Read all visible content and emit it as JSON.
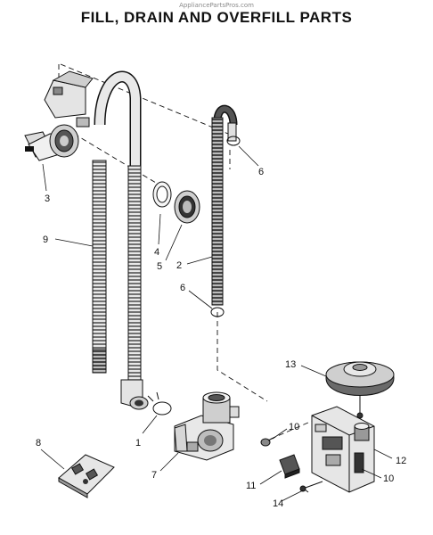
{
  "watermark": "AppliancePartsPros.com",
  "title": "FILL, DRAIN AND OVERFILL PARTS",
  "callouts": {
    "c1": "1",
    "c2": "2",
    "c3": "3",
    "c4": "4",
    "c5": "5",
    "c6a": "6",
    "c6b": "6",
    "c7": "7",
    "c8": "8",
    "c9": "9",
    "c10a": "10",
    "c10b": "10",
    "c11": "11",
    "c12": "12",
    "c13": "13",
    "c14": "14"
  },
  "colors": {
    "line": "#111111",
    "fill_light": "#e6e6e6",
    "fill_mid": "#bdbdbd",
    "fill_dark": "#5a5a5a"
  }
}
